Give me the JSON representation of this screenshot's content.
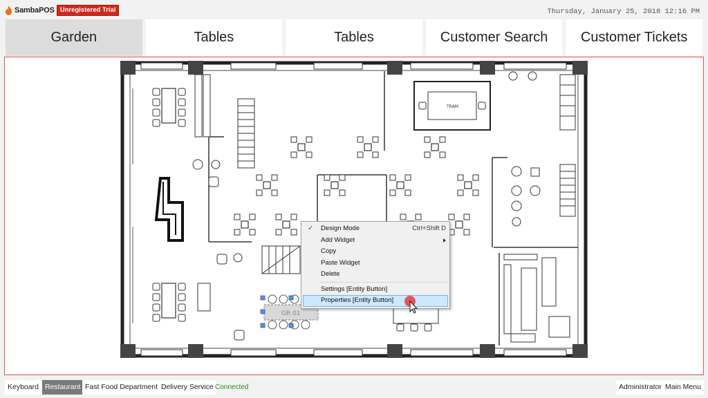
{
  "header": {
    "logo_text": "SambaPOS",
    "trial_badge": "Unregistered Trial",
    "datetime": "Thursday, January 25, 2018 12:16 PM"
  },
  "tabs": [
    {
      "label": "Garden",
      "active": true
    },
    {
      "label": "Tables",
      "active": false
    },
    {
      "label": "Tables",
      "active": false
    },
    {
      "label": "Customer Search",
      "active": false
    },
    {
      "label": "Customer Tickets",
      "active": false
    }
  ],
  "floorplan": {
    "stage_label": "TRAM",
    "widget_label": "GR 01"
  },
  "context_menu": {
    "items": [
      {
        "label": "Design Mode",
        "checked": true,
        "shortcut": "Ctrl+Shift D"
      },
      {
        "label": "Add Widget",
        "submenu": true
      },
      {
        "label": "Copy"
      },
      {
        "label": "Paste Widget"
      },
      {
        "label": "Delete"
      },
      {
        "label": "Settings [Entity Button]"
      },
      {
        "label": "Properties [Entity Button]",
        "highlighted": true
      }
    ]
  },
  "footer": {
    "left_buttons": [
      {
        "label": "Keyboard",
        "active": false
      },
      {
        "label": "Restaurant",
        "active": true
      },
      {
        "label": "Fast Food Department",
        "active": false
      },
      {
        "label": "Delivery Service",
        "active": false
      }
    ],
    "status": "Connected",
    "right_buttons": [
      {
        "label": "Administrator"
      },
      {
        "label": "Main Menu"
      }
    ]
  },
  "colors": {
    "brand_red": "#d5261c",
    "logo_orange": "#f26a21",
    "panel_border": "#e05050",
    "connected_green": "#2a8a2a",
    "menu_highlight": "#cce8ff",
    "cursor_dot": "#e84545"
  }
}
